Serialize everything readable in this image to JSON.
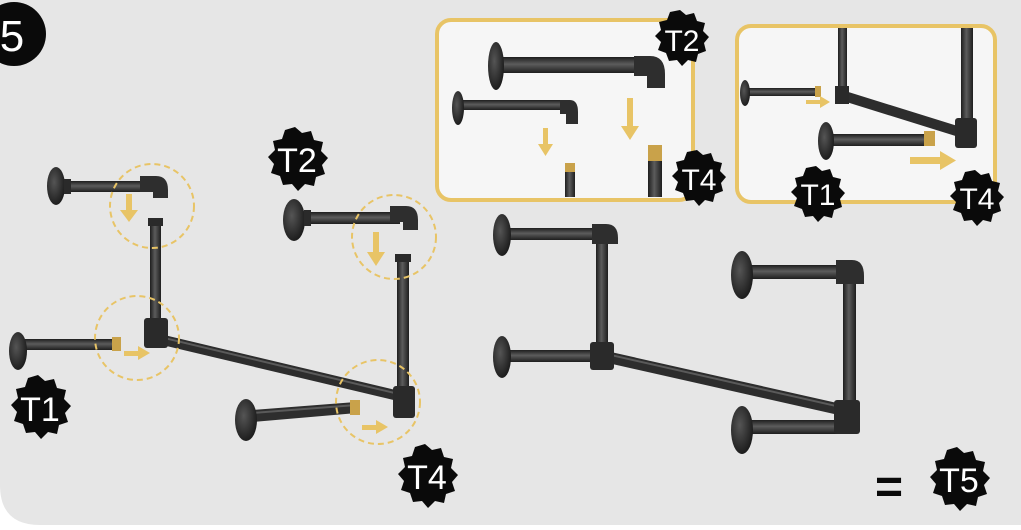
{
  "step_number": "5",
  "labels": {
    "t1": "T1",
    "t2": "T2",
    "t4": "T4",
    "t5": "T5",
    "inset_left_t2": "T2",
    "inset_left_t4": "T4",
    "inset_right_t1": "T1",
    "inset_right_t4": "T4"
  },
  "equals_sign": "=",
  "colors": {
    "panel_background": "#e6e6e6",
    "pipe": "#2e2e2e",
    "pipe_highlight": "#5a5a5a",
    "thread": "#c9a24a",
    "accent": "#e8c466",
    "badge": "#0a0a0a",
    "badge_text": "#ffffff",
    "inset_background": "#f6f6f6",
    "inset_border": "#e8c466"
  },
  "icons": {
    "arrow": "down-arrow / right-arrow",
    "badge": "starburst-badge"
  }
}
